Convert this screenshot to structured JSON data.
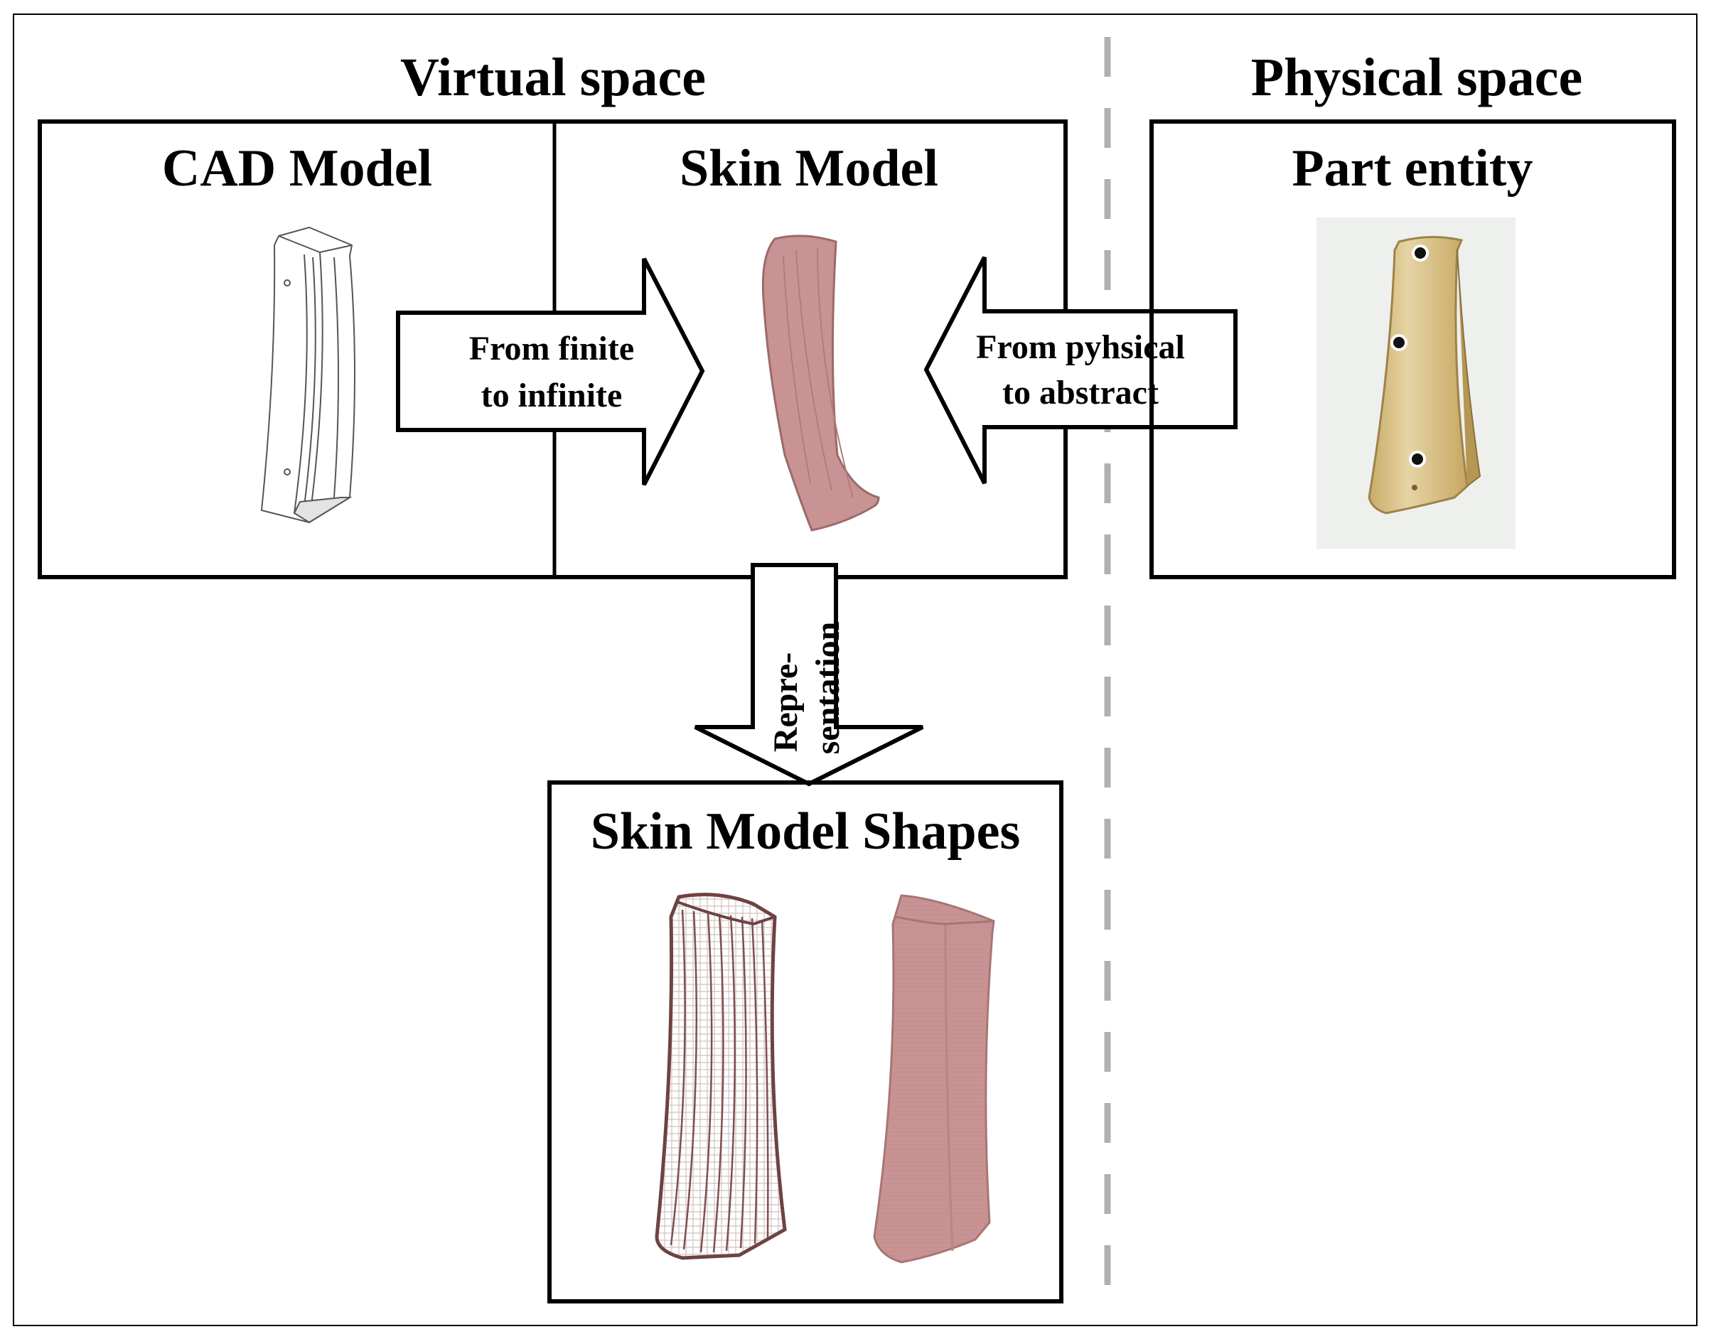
{
  "headings": {
    "virtual_space": "Virtual space",
    "physical_space": "Physical space"
  },
  "panels": {
    "cad_model": "CAD Model",
    "skin_model": "Skin  Model",
    "part_entity": "Part entity",
    "skin_model_shapes": "Skin  Model Shapes"
  },
  "arrows": {
    "finite_line1": "From finite",
    "finite_line2": "to infinite",
    "physical_line1": "From pyhsical",
    "physical_line2": "to abstract",
    "repr_line1": "Repre-",
    "repr_line2": "sentation"
  },
  "colors": {
    "skin": "#c99393",
    "skin_dark": "#9c6a6a",
    "part": "#d9c38d",
    "divider": "#b0b0b0"
  }
}
